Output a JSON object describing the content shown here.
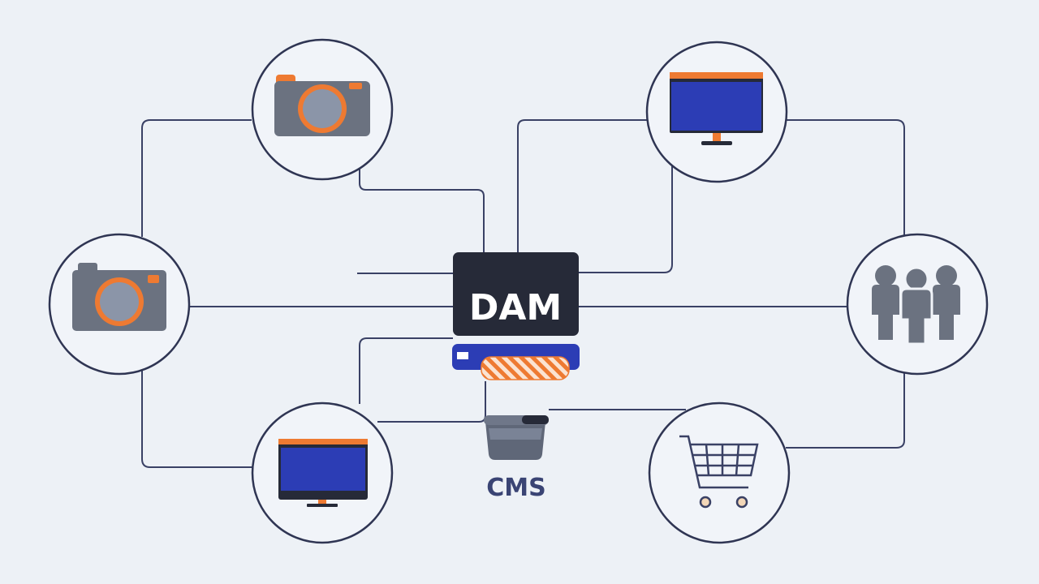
{
  "hub": {
    "label": "DAM"
  },
  "cms": {
    "label": "CMS"
  },
  "nodes": [
    {
      "id": "camera-top",
      "icon": "camera-icon"
    },
    {
      "id": "camera-left",
      "icon": "camera-icon"
    },
    {
      "id": "monitor-bottom-left",
      "icon": "monitor-icon"
    },
    {
      "id": "monitor-top-right",
      "icon": "monitor-icon"
    },
    {
      "id": "people-right",
      "icon": "people-group-icon"
    },
    {
      "id": "cart-bottom-right",
      "icon": "shopping-cart-icon"
    }
  ],
  "colors": {
    "background": "#edf1f6",
    "line": "#3a4165",
    "hub": "#262a38",
    "accent_orange": "#ee7a32",
    "accent_blue": "#2c3db5",
    "icon_gray": "#6b7280"
  }
}
